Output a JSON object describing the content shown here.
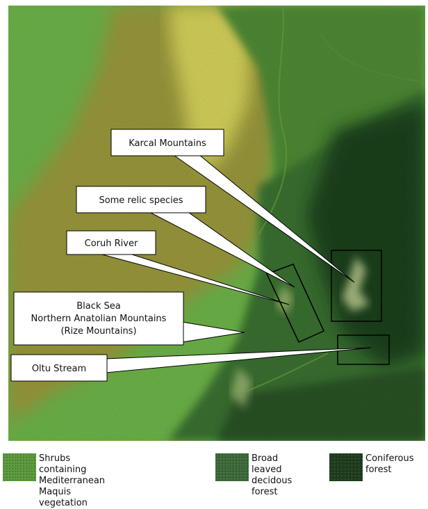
{
  "callouts": {
    "karcal": "Karcal Mountains",
    "relic": "Some relic species",
    "coruh": "Coruh River",
    "blacksea_line1": "Black Sea",
    "blacksea_line2": "Northern Anatolian Mountains",
    "blacksea_line3": "(Rize Mountains)",
    "oltu": "Oltu Stream"
  },
  "legend": [
    {
      "label": "Shrubs containing Mediterranean\nMaquis vegetation",
      "color": "#5a9a3c"
    },
    {
      "label": "Broad leaved\ndecidous forest",
      "color": "#3c6a3a"
    },
    {
      "label": "Coniferous\nforest",
      "color": "#1e3d1c"
    }
  ],
  "colors": {
    "light_green": "#6fb64a",
    "olive": "#9a9a3a",
    "yellow": "#d8d860",
    "mid_green": "#3f7a32",
    "dark_green": "#1f421d"
  }
}
